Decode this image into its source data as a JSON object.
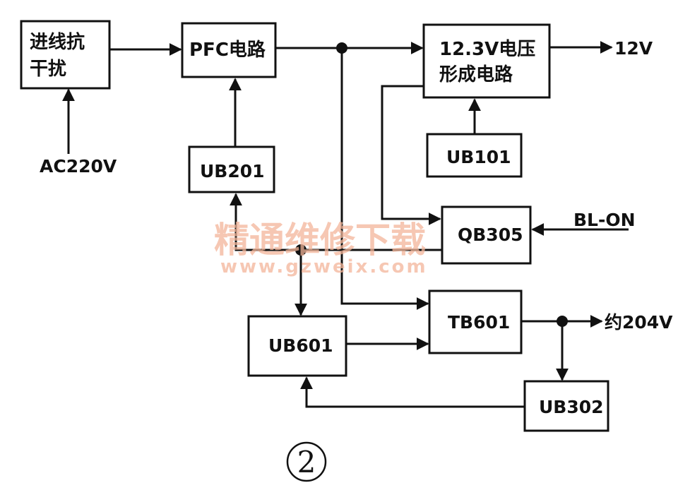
{
  "blocks": {
    "input_filter": [
      "进线抗",
      "干扰"
    ],
    "pfc": "PFC电路",
    "reg_12v3": [
      "12.3V电压",
      "形成电路"
    ],
    "ub201": "UB201",
    "ub101": "UB101",
    "qb305": "QB305",
    "ub601": "UB601",
    "tb601": "TB601",
    "ub302": "UB302"
  },
  "signals": {
    "ac_input": "AC220V",
    "out_12v": "12V",
    "bl_on": "BL-ON",
    "out_204v": "约204V"
  },
  "figure_number": "2",
  "watermark": {
    "title": "精通维修下载",
    "url": "www.gzweix.com"
  }
}
